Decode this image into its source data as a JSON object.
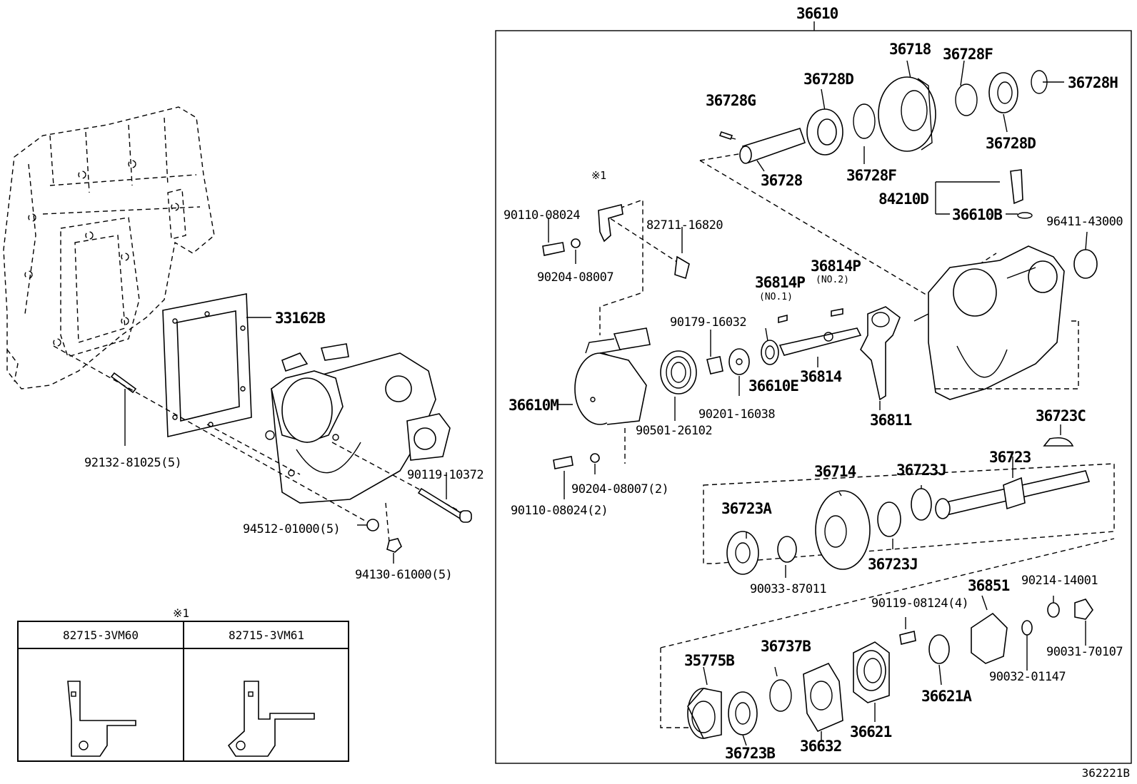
{
  "group_label": "36610",
  "figure_code": "362221B",
  "legend": {
    "marker": "※1",
    "columns": [
      "82715-3VM60",
      "82715-3VM61"
    ]
  },
  "callout_marker": "※1",
  "labels": {
    "p36728G": "36728G",
    "p36728D_top": "36728D",
    "p36718": "36718",
    "p36728F_top": "36728F",
    "p36728H": "36728H",
    "p36728D_bot": "36728D",
    "p36728F_bot": "36728F",
    "p36728": "36728",
    "p84210D": "84210D",
    "p36610B": "36610B",
    "p96411": "96411-43000",
    "p90110a": "90110-08024",
    "p82711": "82711-16820",
    "p90204a": "90204-08007",
    "p36814P1": "36814P",
    "p36814P1_sub": "(NO.1)",
    "p36814P2": "36814P",
    "p36814P2_sub": "(NO.2)",
    "p90179": "90179-16032",
    "p36610M": "36610M",
    "p36610E": "36610E",
    "p36814": "36814",
    "p90201": "90201-16038",
    "p90501": "90501-26102",
    "p36811": "36811",
    "p36723C": "36723C",
    "p36723": "36723",
    "p33162B": "33162B",
    "p92132": "92132-81025(5)",
    "p90119a": "90119-10372",
    "p94512": "94512-01000(5)",
    "p94130": "94130-61000(5)",
    "p90204b": "90204-08007(2)",
    "p90110b": "90110-08024(2)",
    "p36714": "36714",
    "p36723J_top": "36723J",
    "p36723A": "36723A",
    "p36723J_bot": "36723J",
    "p90033": "90033-87011",
    "p36851": "36851",
    "p90214": "90214-14001",
    "p90119b": "90119-08124(4)",
    "p35775B": "35775B",
    "p36737B": "36737B",
    "p36621A": "36621A",
    "p90031": "90031-70107",
    "p90032": "90032-01147",
    "p36723B": "36723B",
    "p36632": "36632",
    "p36621": "36621"
  }
}
